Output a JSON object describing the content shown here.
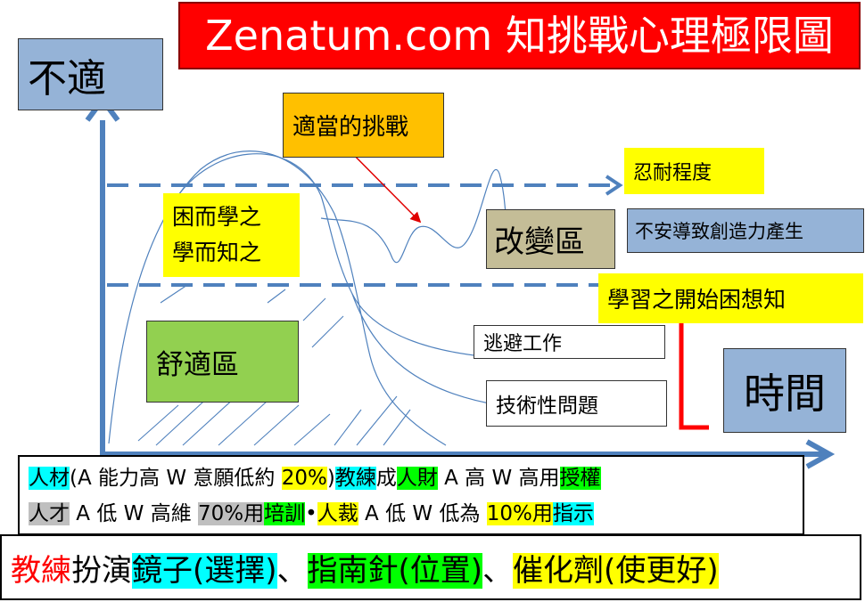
{
  "title": "Zenatum.com 知挑戰心理極限圖",
  "axis": {
    "y_label": "不適",
    "x_label": "時間"
  },
  "labels": {
    "appropriate_challenge": "適當的挑戰",
    "learn_line1": "困而學之",
    "learn_line2": "學而知之",
    "comfort_zone": "舒適區",
    "change_zone": "改變區",
    "tolerance": "忍耐程度",
    "anxiety_creativity": "不安導致創造力產生",
    "learning_begins": "學習之開始困想知",
    "avoid_work": "逃避工作",
    "technical_problem": "技術性問題"
  },
  "bottom": {
    "row1": [
      {
        "text": "人材",
        "hl": "cyan"
      },
      {
        "text": "(A 能力高 W 意願低約 ",
        "hl": ""
      },
      {
        "text": "20%",
        "hl": "yellow"
      },
      {
        "text": ")",
        "hl": ""
      },
      {
        "text": "教練",
        "hl": "cyan"
      },
      {
        "text": "成",
        "hl": ""
      },
      {
        "text": "人財",
        "hl": "green"
      },
      {
        "text": " A 高 W 高用",
        "hl": ""
      },
      {
        "text": "授權",
        "hl": "green"
      }
    ],
    "row2": [
      {
        "text": "人才",
        "hl": "gray"
      },
      {
        "text": " A 低 W 高維 ",
        "hl": ""
      },
      {
        "text": "70%用",
        "hl": "gray"
      },
      {
        "text": "培訓",
        "hl": "green"
      },
      {
        "text": "•",
        "hl": ""
      },
      {
        "text": "人裁",
        "hl": "yellow"
      },
      {
        "text": " A 低 W 低為 ",
        "hl": ""
      },
      {
        "text": "10%用",
        "hl": "yellow"
      },
      {
        "text": "指示",
        "hl": "cyan"
      }
    ],
    "row3": [
      {
        "text": "教練",
        "hl": "red"
      },
      {
        "text": "扮演",
        "hl": ""
      },
      {
        "text": "鏡子(選擇)",
        "hl": "cyan"
      },
      {
        "text": "、",
        "hl": ""
      },
      {
        "text": "指南針(位置)",
        "hl": "green"
      },
      {
        "text": "、",
        "hl": ""
      },
      {
        "text": "催化劑(使更好)",
        "hl": "yellow"
      }
    ]
  }
}
